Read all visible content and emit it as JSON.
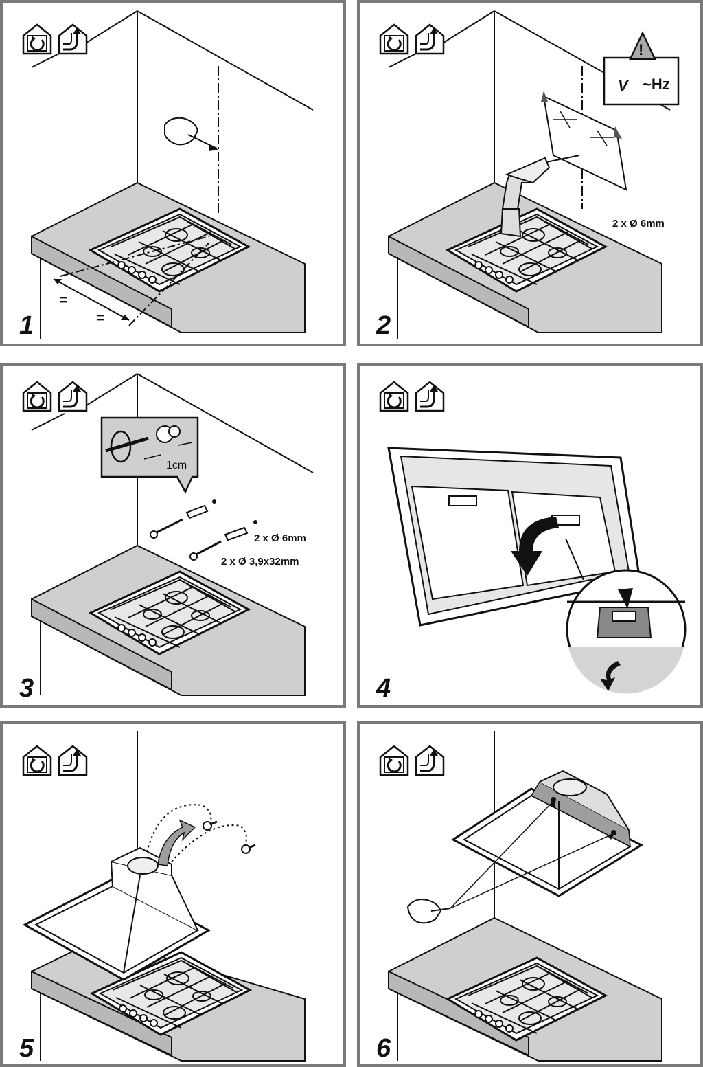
{
  "panels": [
    {
      "step": "1",
      "labels": {
        "equal_left": "=",
        "equal_right": "="
      }
    },
    {
      "step": "2",
      "labels": {
        "warning_symbol": "!",
        "voltage_v": "V",
        "voltage_hz": "~Hz",
        "drill_spec": "2 x Ø 6mm"
      }
    },
    {
      "step": "3",
      "labels": {
        "depth": "1cm",
        "plug_spec": "2 x Ø 6mm",
        "screw_spec": "2 x Ø 3,9x32mm"
      }
    },
    {
      "step": "4",
      "labels": {}
    },
    {
      "step": "5",
      "labels": {}
    },
    {
      "step": "6",
      "labels": {}
    }
  ],
  "icons": {
    "mode_icons": [
      "recirculation-house-icon",
      "extraction-house-icon"
    ]
  },
  "colors": {
    "frame": "#7a7a7a",
    "counter": "#cfcfcf",
    "ink": "#111111",
    "shadow": "#9e9e9e"
  }
}
